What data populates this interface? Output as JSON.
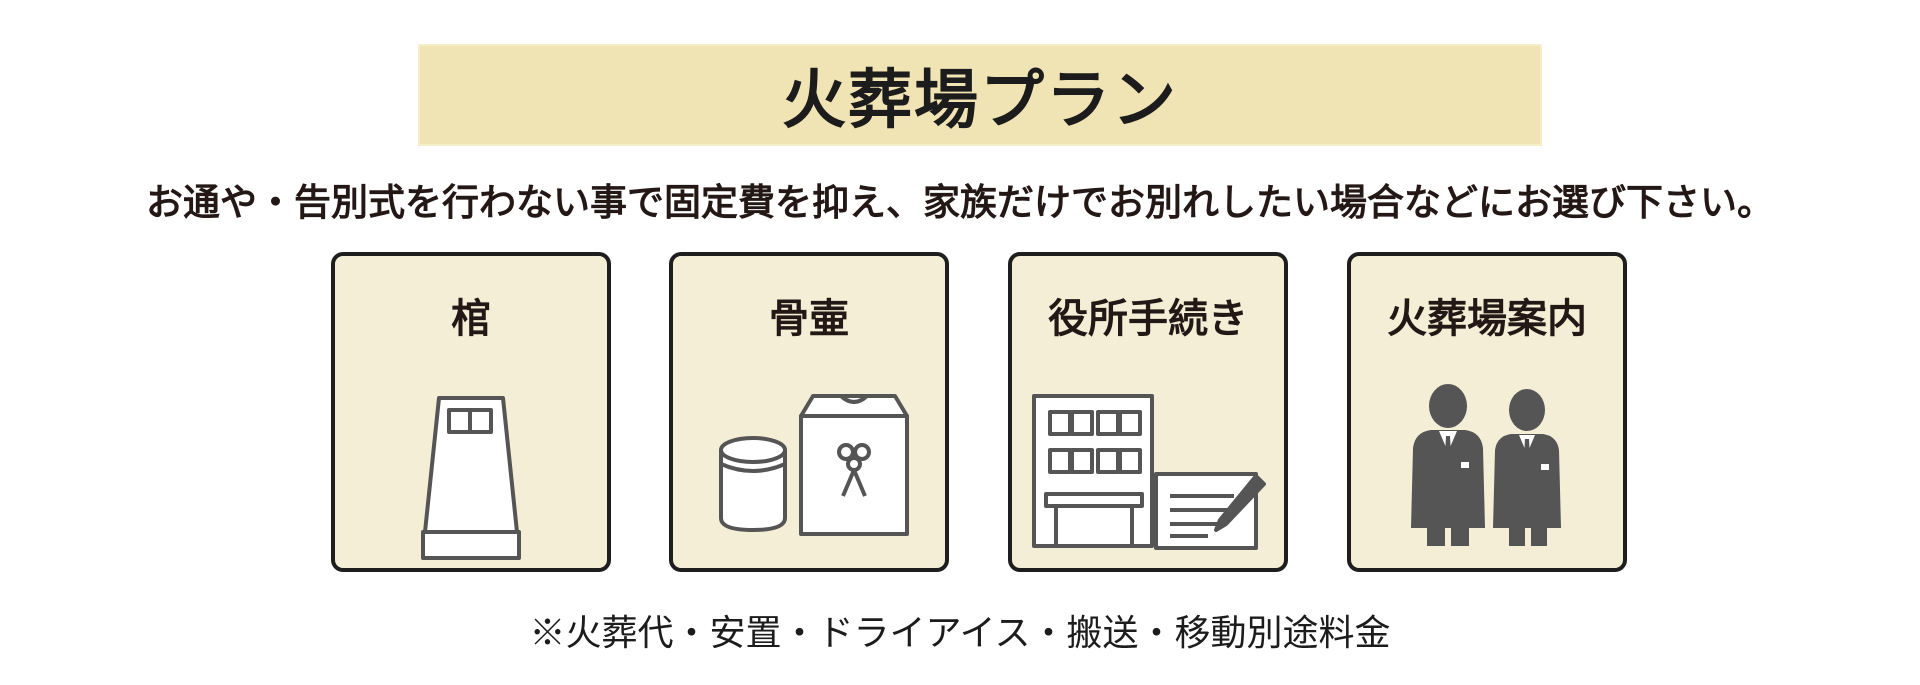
{
  "header": {
    "title": "火葬場プラン",
    "subtitle": "お通や・告別式を行わない事で固定費を抑え、家族だけでお別れしたい場合などにお選び下さい。"
  },
  "items": [
    {
      "label": "棺",
      "icon": "coffin-icon"
    },
    {
      "label": "骨壷",
      "icon": "urn-icon"
    },
    {
      "label": "役所手続き",
      "icon": "office-procedure-icon"
    },
    {
      "label": "火葬場案内",
      "icon": "staff-guide-icon"
    }
  ],
  "footnote": "※火葬代・安置・ドライアイス・搬送・移動別途料金",
  "colors": {
    "title_bg": "#f0e4b5",
    "card_bg": "#f5eed6",
    "card_border": "#1e1e1e",
    "icon_stroke": "#555555",
    "text": "#231815"
  }
}
